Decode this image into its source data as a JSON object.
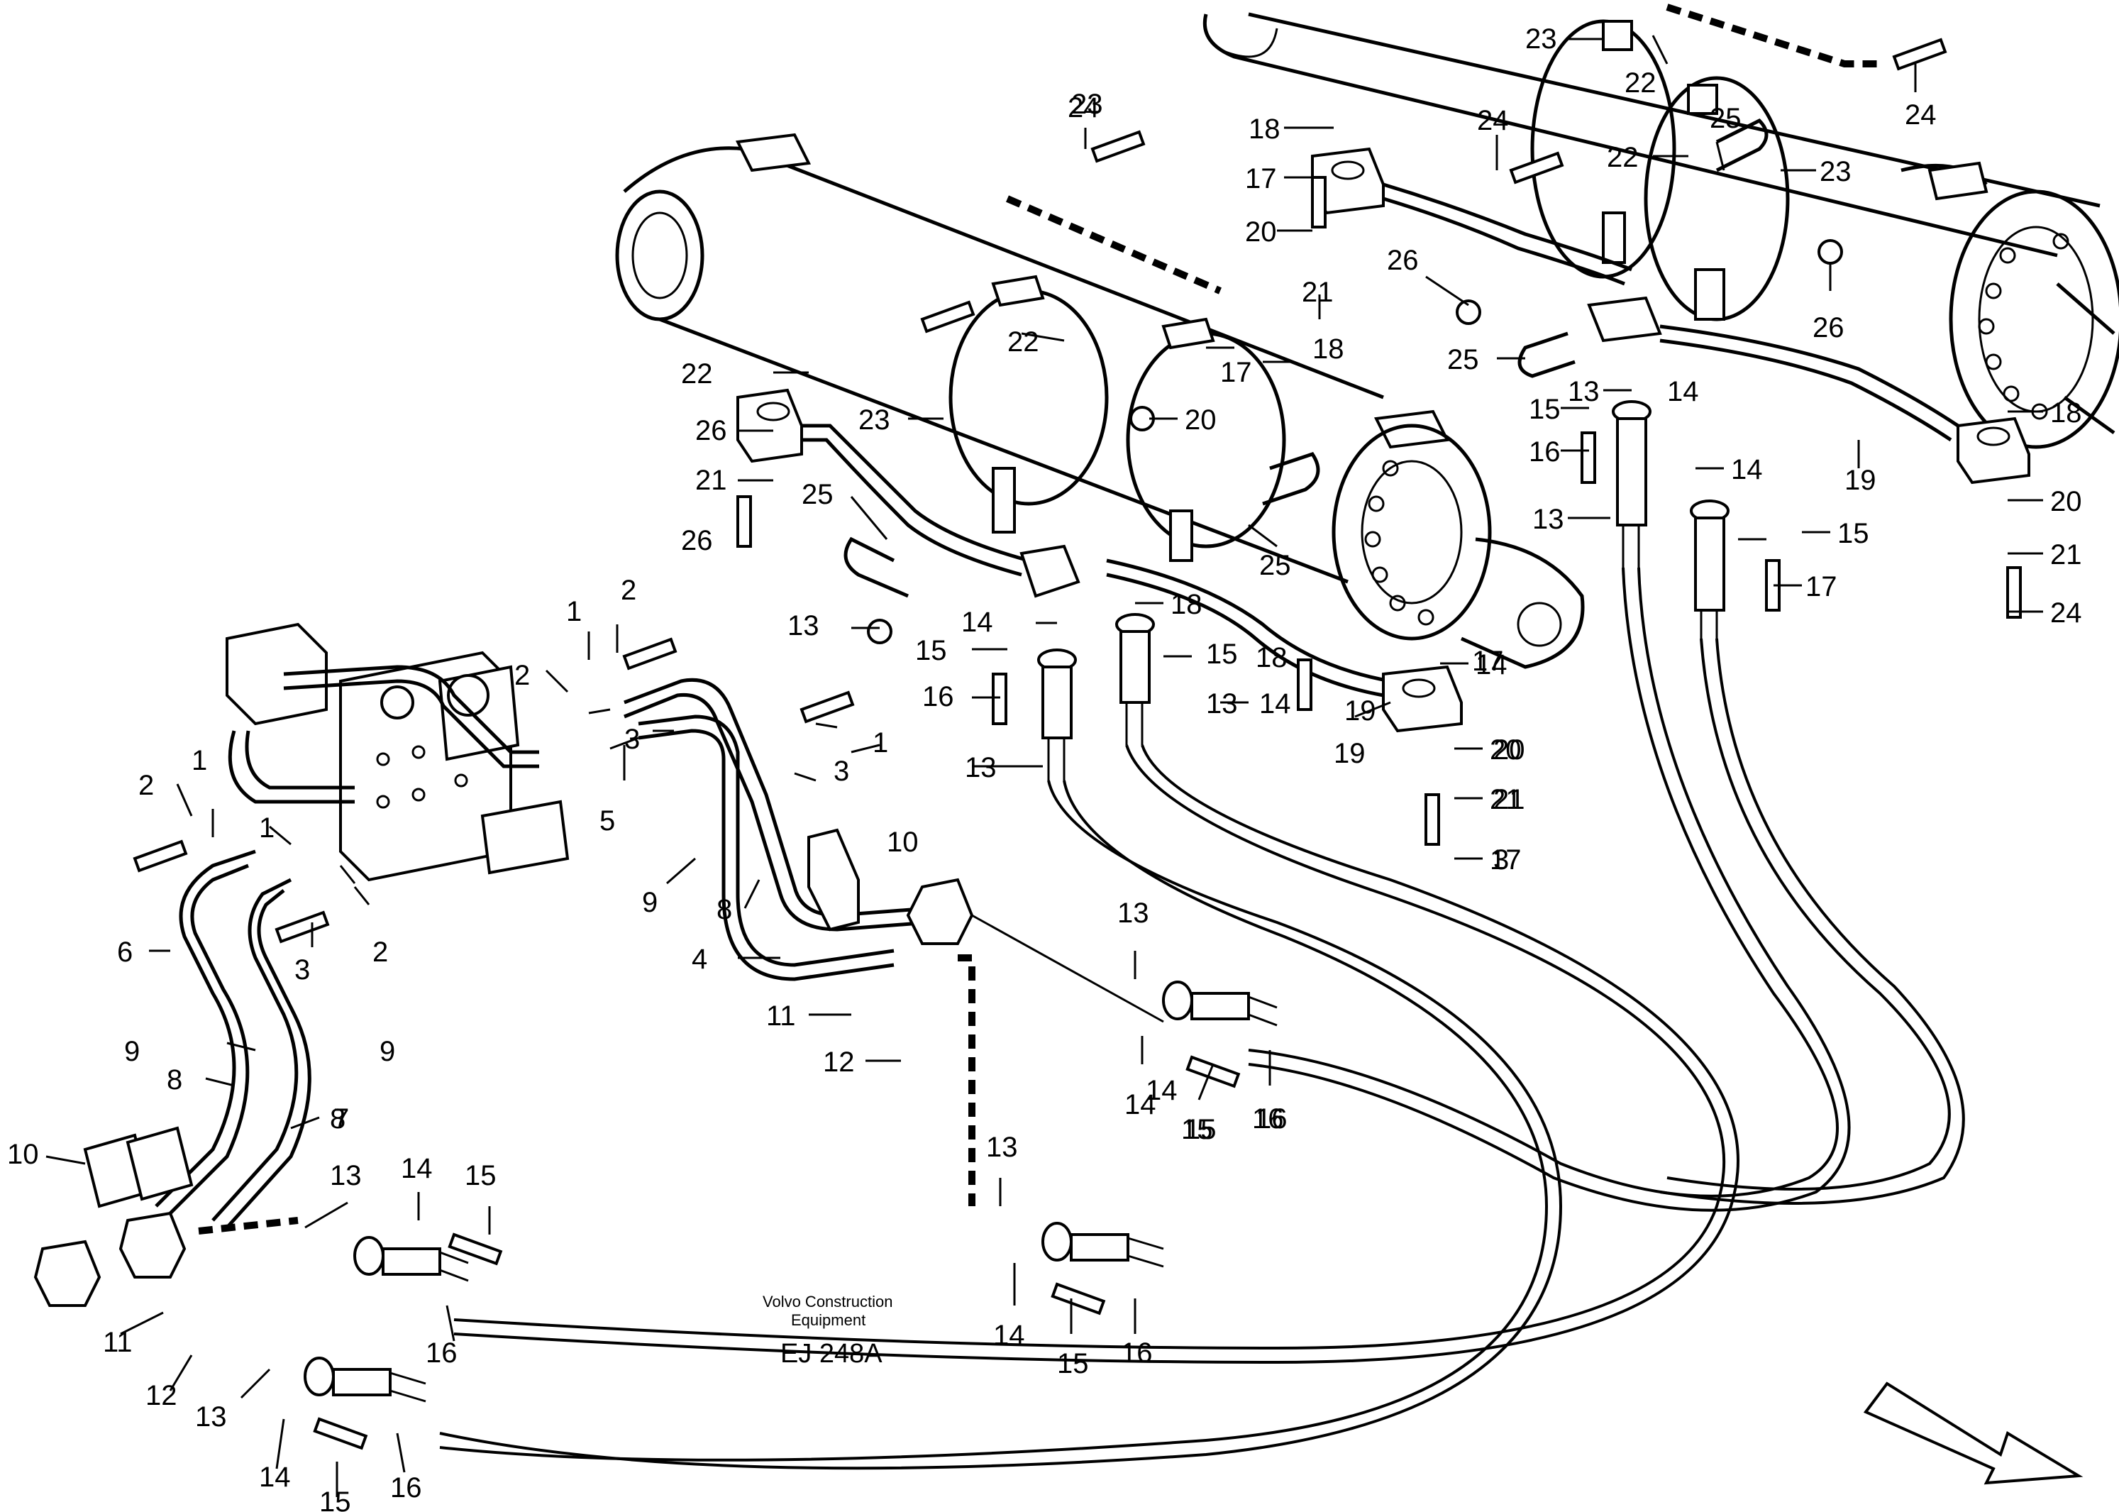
{
  "caption": {
    "brand_line1": "Volvo Construction",
    "brand_line2": "Equipment",
    "figure_code": "EJ 248A"
  },
  "callouts": [
    {
      "id": "c1",
      "label": "23"
    },
    {
      "id": "c2",
      "label": "22"
    },
    {
      "id": "c3",
      "label": "24"
    },
    {
      "id": "c4",
      "label": "24"
    },
    {
      "id": "c5",
      "label": "18"
    },
    {
      "id": "c6",
      "label": "24"
    },
    {
      "id": "c7",
      "label": "25"
    },
    {
      "id": "c8",
      "label": "22"
    },
    {
      "id": "c9",
      "label": "23"
    },
    {
      "id": "c10",
      "label": "17"
    },
    {
      "id": "c11",
      "label": "20"
    },
    {
      "id": "c12",
      "label": "26"
    },
    {
      "id": "c13",
      "label": "21"
    },
    {
      "id": "c14",
      "label": "26"
    },
    {
      "id": "c15",
      "label": "25"
    },
    {
      "id": "c16",
      "label": "13"
    },
    {
      "id": "c17",
      "label": "14"
    },
    {
      "id": "c18",
      "label": "15"
    },
    {
      "id": "c19",
      "label": "16"
    },
    {
      "id": "c20",
      "label": "13"
    },
    {
      "id": "c21",
      "label": "14"
    },
    {
      "id": "c22",
      "label": "15"
    },
    {
      "id": "c23",
      "label": "17"
    },
    {
      "id": "c24",
      "label": "18"
    },
    {
      "id": "c25",
      "label": "19"
    },
    {
      "id": "c26",
      "label": "20"
    },
    {
      "id": "c27",
      "label": "21"
    },
    {
      "id": "c28",
      "label": "24"
    },
    {
      "id": "c29",
      "label": "23"
    },
    {
      "id": "c30",
      "label": "22"
    },
    {
      "id": "c31",
      "label": "18"
    },
    {
      "id": "c32",
      "label": "22"
    },
    {
      "id": "c33",
      "label": "23"
    },
    {
      "id": "c34",
      "label": "17"
    },
    {
      "id": "c35",
      "label": "26"
    },
    {
      "id": "c36",
      "label": "20"
    },
    {
      "id": "c37",
      "label": "21"
    },
    {
      "id": "c38",
      "label": "25"
    },
    {
      "id": "c39",
      "label": "25"
    },
    {
      "id": "c40",
      "label": "26"
    },
    {
      "id": "c41",
      "label": "13"
    },
    {
      "id": "c42",
      "label": "14"
    },
    {
      "id": "c43",
      "label": "15"
    },
    {
      "id": "c44",
      "label": "16"
    },
    {
      "id": "c45",
      "label": "13"
    },
    {
      "id": "c46",
      "label": "18"
    },
    {
      "id": "c47",
      "label": "14"
    },
    {
      "id": "c48",
      "label": "15"
    },
    {
      "id": "c49",
      "label": "13"
    },
    {
      "id": "c50",
      "label": "14"
    },
    {
      "id": "c51",
      "label": "18"
    },
    {
      "id": "c52",
      "label": "17"
    },
    {
      "id": "c53",
      "label": "19"
    },
    {
      "id": "c54",
      "label": "20"
    },
    {
      "id": "c55",
      "label": "21"
    },
    {
      "id": "c56",
      "label": "17"
    },
    {
      "id": "c57",
      "label": "19"
    },
    {
      "id": "c58",
      "label": "20"
    },
    {
      "id": "c59",
      "label": "21"
    },
    {
      "id": "c60",
      "label": "3"
    },
    {
      "id": "c61",
      "label": "2"
    },
    {
      "id": "c62",
      "label": "1"
    },
    {
      "id": "c63",
      "label": "2"
    },
    {
      "id": "c64",
      "label": "3"
    },
    {
      "id": "c65",
      "label": "1"
    },
    {
      "id": "c66",
      "label": "5"
    },
    {
      "id": "c67",
      "label": "3"
    },
    {
      "id": "c68",
      "label": "2"
    },
    {
      "id": "c69",
      "label": "1"
    },
    {
      "id": "c70",
      "label": "1"
    },
    {
      "id": "c71",
      "label": "10"
    },
    {
      "id": "c72",
      "label": "9"
    },
    {
      "id": "c73",
      "label": "8"
    },
    {
      "id": "c74",
      "label": "6"
    },
    {
      "id": "c75",
      "label": "3"
    },
    {
      "id": "c76",
      "label": "2"
    },
    {
      "id": "c77",
      "label": "4"
    },
    {
      "id": "c78",
      "label": "13"
    },
    {
      "id": "c79",
      "label": "9"
    },
    {
      "id": "c80",
      "label": "8"
    },
    {
      "id": "c81",
      "label": "11"
    },
    {
      "id": "c82",
      "label": "12"
    },
    {
      "id": "c83",
      "label": "14"
    },
    {
      "id": "c84",
      "label": "15"
    },
    {
      "id": "c85",
      "label": "16"
    },
    {
      "id": "c86",
      "label": "9"
    },
    {
      "id": "c87",
      "label": "8"
    },
    {
      "id": "c88",
      "label": "7"
    },
    {
      "id": "c89",
      "label": "10"
    },
    {
      "id": "c90",
      "label": "13"
    },
    {
      "id": "c91",
      "label": "14"
    },
    {
      "id": "c92",
      "label": "15"
    },
    {
      "id": "c93",
      "label": "13"
    },
    {
      "id": "c94",
      "label": "11"
    },
    {
      "id": "c95",
      "label": "12"
    },
    {
      "id": "c96",
      "label": "16"
    },
    {
      "id": "c97",
      "label": "13"
    },
    {
      "id": "c98",
      "label": "14"
    },
    {
      "id": "c99",
      "label": "15"
    },
    {
      "id": "c100",
      "label": "16"
    },
    {
      "id": "c101",
      "label": "14"
    },
    {
      "id": "c102",
      "label": "15"
    },
    {
      "id": "c103",
      "label": "16"
    },
    {
      "id": "c104",
      "label": "14"
    },
    {
      "id": "c105",
      "label": "15"
    },
    {
      "id": "c106",
      "label": "16"
    }
  ]
}
